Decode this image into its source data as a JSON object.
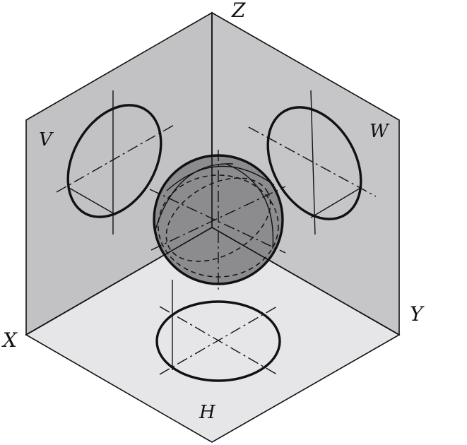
{
  "labels": {
    "z_axis": "Z",
    "x_axis": "X",
    "y_axis": "Y",
    "v_plane": "V",
    "w_plane": "W",
    "h_plane": "H"
  },
  "colors": {
    "v_plane_fill": "#c2c2c4",
    "w_plane_fill": "#c6c6c8",
    "h_plane_fill": "#e6e6e8",
    "sphere_fill": "#8c8c8e",
    "line": "#111111"
  }
}
